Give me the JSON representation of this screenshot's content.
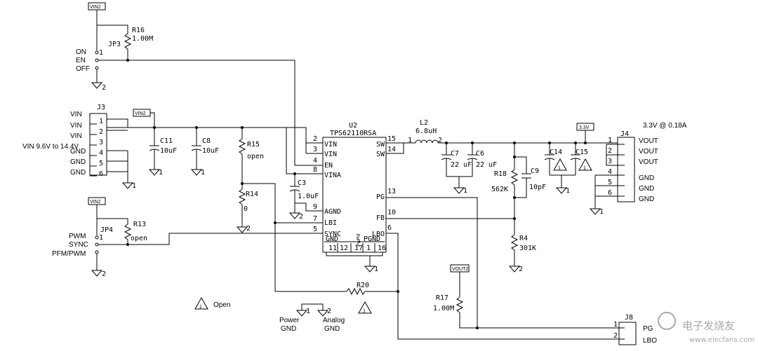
{
  "net_tags": {
    "vin_top": "VIN2",
    "vin_j3": "VIN2",
    "vin_jp4": "VIN2",
    "v33": "3.3V",
    "vout2": "VOUT2"
  },
  "ic": {
    "ref": "U2",
    "part": "TPS62110RSA",
    "pins_left": [
      {
        "num": "2",
        "name": "VIN"
      },
      {
        "num": "3",
        "name": "VIN"
      },
      {
        "num": "4",
        "name": "EN"
      },
      {
        "num": "8",
        "name": "VINA"
      },
      {
        "num": "9",
        "name": "AGND"
      },
      {
        "num": "7",
        "name": "LBI"
      },
      {
        "num": "5",
        "name": "SYNC"
      }
    ],
    "pins_right": [
      {
        "num": "15",
        "name": "SW"
      },
      {
        "num": "14",
        "name": "SW"
      },
      {
        "num": "13",
        "name": "PG"
      },
      {
        "num": "10",
        "name": "FB"
      },
      {
        "num": "6",
        "name": "LBO"
      }
    ],
    "bottom": {
      "gnd_label": "GND",
      "gnd_pins": [
        "11",
        "12"
      ],
      "pwpd_label": "PwPd",
      "pwpd_pin": "17",
      "pgnd_label": "PGND",
      "pgnd_pin": "1",
      "pgnd_pin2": "16"
    }
  },
  "components": {
    "r16": {
      "ref": "R16",
      "value": "1.00M"
    },
    "r15": {
      "ref": "R15",
      "value": "open"
    },
    "r14": {
      "ref": "R14",
      "value": "0"
    },
    "r13": {
      "ref": "R13",
      "value": "open"
    },
    "r18": {
      "ref": "R18",
      "value": "562K"
    },
    "r4": {
      "ref": "R4",
      "value": "301K"
    },
    "r17": {
      "ref": "R17",
      "value": "1.00M"
    },
    "r20": {
      "ref": "R20"
    },
    "c11": {
      "ref": "C11",
      "value": "10uF"
    },
    "c8": {
      "ref": "C8",
      "value": "10uF"
    },
    "c3": {
      "ref": "C3",
      "value": "1.0uF"
    },
    "c7": {
      "ref": "C7",
      "value": "22 uF"
    },
    "c6": {
      "ref": "C6",
      "value": "22 uF"
    },
    "c9": {
      "ref": "C9",
      "value": "10pF"
    },
    "c14": {
      "ref": "C14"
    },
    "c15": {
      "ref": "C15"
    },
    "l2": {
      "ref": "L2",
      "value": "6.8uH",
      "pin1": "1",
      "pin2": "2"
    }
  },
  "jp3": {
    "ref": "JP3",
    "labels": [
      "ON",
      "EN",
      "OFF"
    ],
    "pin1": "1",
    "pin2": "2"
  },
  "jp4": {
    "ref": "JP4",
    "labels": [
      "PWM",
      "SYNC",
      "PFM/PWM"
    ],
    "pin1": "1",
    "pin2": "2"
  },
  "j3": {
    "ref": "J3",
    "pins": [
      "1",
      "2",
      "3",
      "4",
      "5",
      "6"
    ],
    "labels": [
      "VIN",
      "VIN",
      "VIN",
      "GND",
      "GND",
      "GND"
    ],
    "range": "VIN 9.6V to 14.4V"
  },
  "j4": {
    "ref": "J4",
    "pins": [
      "1",
      "2",
      "3",
      "4",
      "5",
      "6"
    ],
    "labels": [
      "VOUT",
      "VOUT",
      "VOUT",
      "GND",
      "GND",
      "GND"
    ],
    "rating": "3.3V @ 0.18A"
  },
  "j8": {
    "ref": "J8",
    "pins": [
      "1",
      "2"
    ],
    "labels": [
      "PG",
      "LBO"
    ]
  },
  "ground_symbols": {
    "g1": "1",
    "g2": "2"
  },
  "legend": {
    "open_mark": "1",
    "open_text": "Open",
    "power_gnd": [
      "Power",
      "GND"
    ],
    "analog_gnd": [
      "Analog",
      "GND"
    ]
  },
  "watermark": {
    "brand": "电子发烧友",
    "url": "www.elecfans.com"
  }
}
